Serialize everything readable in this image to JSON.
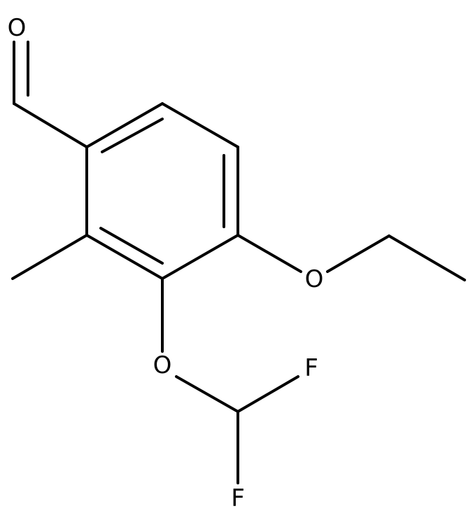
{
  "atoms": {
    "aldehyde_oxygen": "O",
    "ethoxy_oxygen": "O",
    "difluoromethoxy_oxygen": "O",
    "fluorine_upper": "F",
    "fluorine_lower": "F"
  },
  "colors": {
    "bond": "#000000",
    "label": "#000000",
    "background": "#ffffff"
  }
}
